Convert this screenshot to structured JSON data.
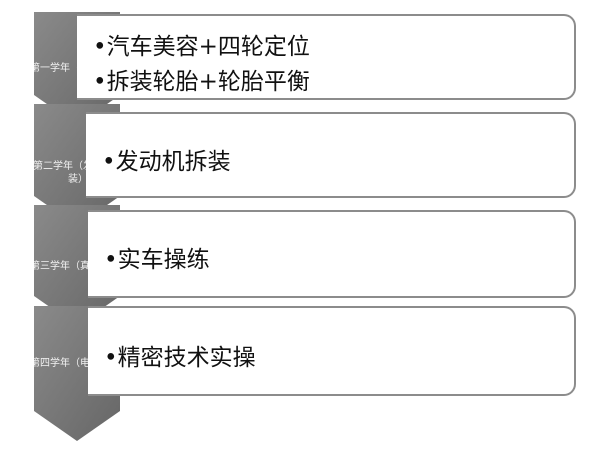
{
  "stages": [
    {
      "label": "第一学年（汽车美容）",
      "items": [
        "•汽车美容+四轮定位",
        "•拆装轮胎+轮胎平衡"
      ]
    },
    {
      "label": "第二学年（发动机拆装）",
      "items": [
        "•发动机拆装"
      ]
    },
    {
      "label": "第三学年（真车实训）",
      "items": [
        "•实车操练"
      ]
    },
    {
      "label": "第四学年（电控检测）",
      "items": [
        "•精密技术实操"
      ]
    }
  ],
  "colors": {
    "chevron": "#7a7a7a",
    "card_border": "#8c8c8c",
    "text": "#111111"
  }
}
